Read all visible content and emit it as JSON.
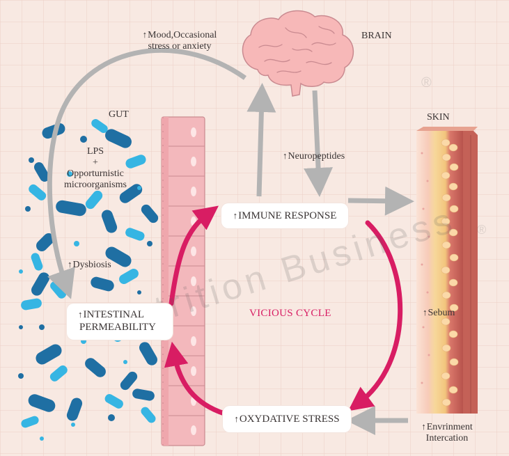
{
  "labels": {
    "brain": "BRAIN",
    "gut": "GUT",
    "skin": "SKIN",
    "mood_line1": "Mood,Occasional",
    "mood_line2": "stress or anxiety",
    "lps": "LPS",
    "plus": "+",
    "opportunistic_line1": "Opporturnistic",
    "opportunistic_line2": "microorganisms",
    "neuropeptides": "Neuropeptides",
    "dysbiosis": "Dysbiosis",
    "sebum": "Sebum",
    "environment_line1": "Envrinment",
    "environment_line2": "Intercation",
    "vicious_cycle": "VICIOUS CYCLE"
  },
  "boxes": {
    "immune_response": "IMMUNE RESPONSE",
    "intestinal_line1": "INTESTINAL",
    "intestinal_line2": "PERMEABILITY",
    "oxydative_stress": "OXYDATIVE STRESS"
  },
  "symbols": {
    "increase_arrow": "↑"
  },
  "watermark": {
    "registered": "®",
    "text": "Nutrition Business"
  },
  "colors": {
    "background": "#f8e9e2",
    "gut_dark_blue": "#1f6fa3",
    "gut_light_blue": "#36b5e3",
    "cycle_arrow": "#d81d63",
    "grey_arrow": "#b3b3b3",
    "brain_pink": "#f7b8b8",
    "intestinal_wall": "#f3b8bc"
  }
}
